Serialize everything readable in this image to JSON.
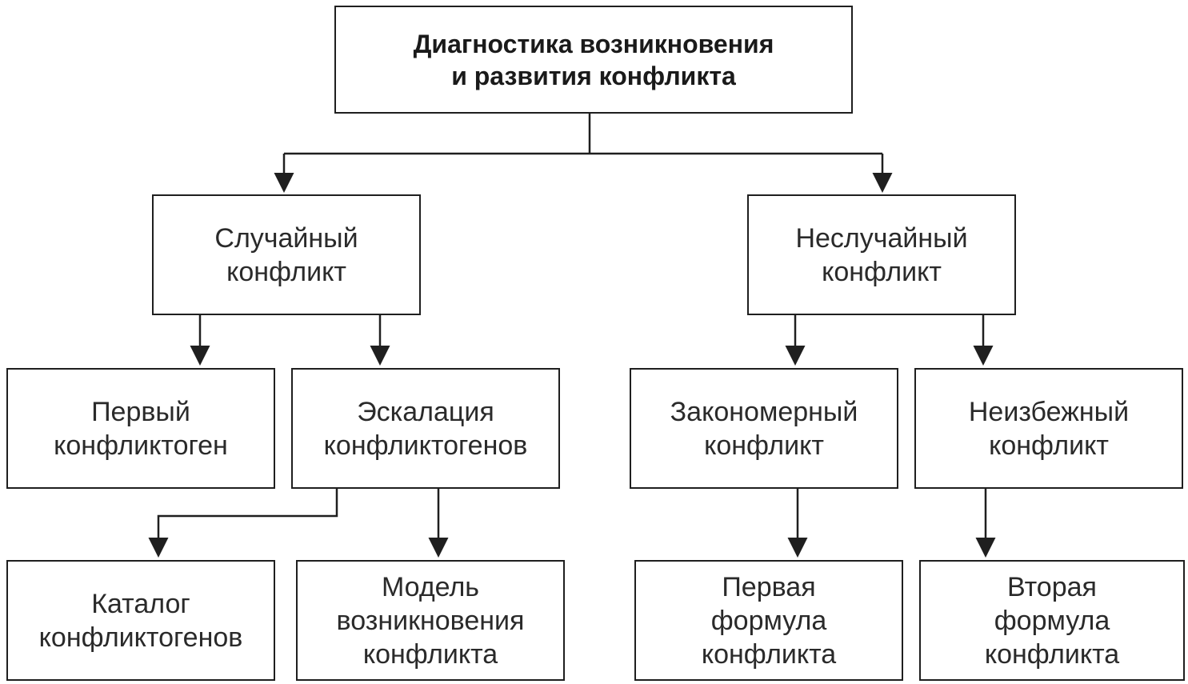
{
  "diagram": {
    "root": {
      "lines": [
        "Диагностика возникновения",
        "и развития конфликта"
      ]
    },
    "random": {
      "lines": [
        "Случайный",
        "конфликт"
      ]
    },
    "nonrandom": {
      "lines": [
        "Неслучайный",
        "конфликт"
      ]
    },
    "first_conflictogen": {
      "lines": [
        "Первый",
        "конфликтоген"
      ]
    },
    "escalation": {
      "lines": [
        "Эскалация",
        "конфликтогенов"
      ]
    },
    "regular": {
      "lines": [
        "Закономерный",
        "конфликт"
      ]
    },
    "inevitable": {
      "lines": [
        "Неизбежный",
        "конфликт"
      ]
    },
    "catalog": {
      "lines": [
        "Каталог",
        "конфликтогенов"
      ]
    },
    "model": {
      "lines": [
        "Модель",
        "возникновения",
        "конфликта"
      ]
    },
    "formula1": {
      "lines": [
        "Первая",
        "формула",
        "конфликта"
      ]
    },
    "formula2": {
      "lines": [
        "Вторая",
        "формула",
        "конфликта"
      ]
    }
  },
  "colors": {
    "stroke": "#1f1f1f",
    "text": "#2a2a2a",
    "background": "#ffffff"
  }
}
